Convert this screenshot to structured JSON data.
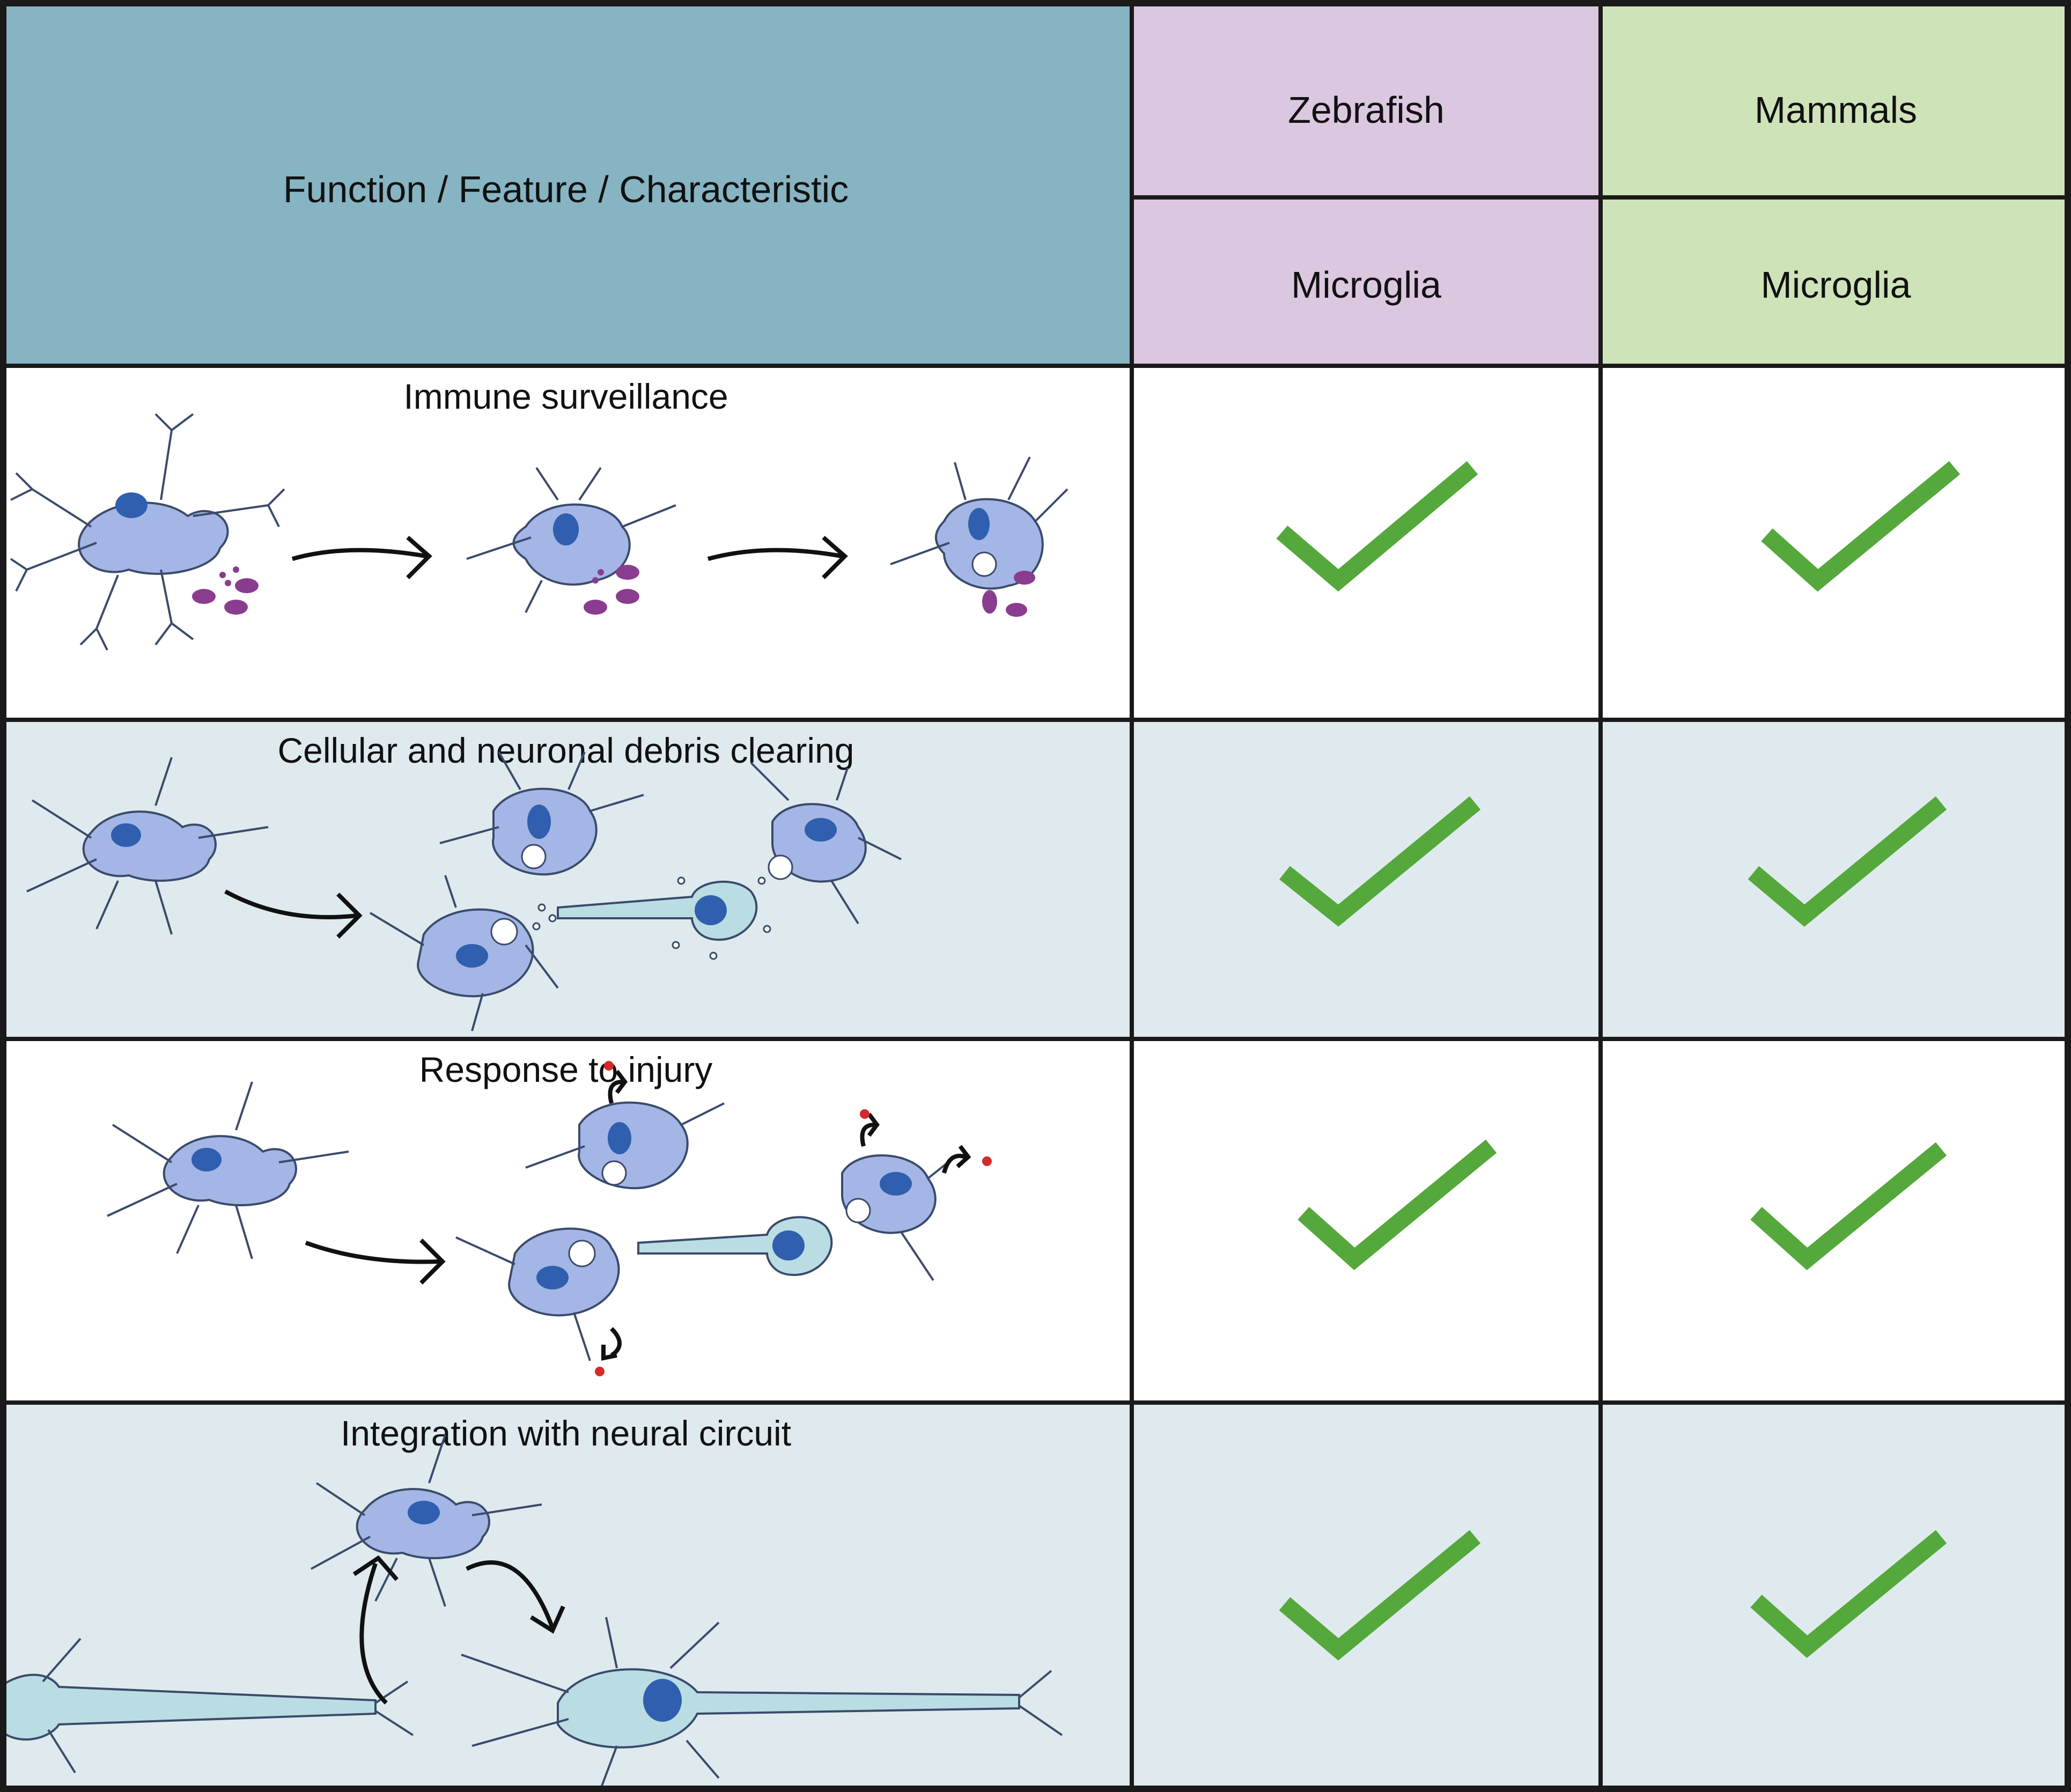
{
  "header": {
    "function_label": "Function / Feature / Characteristic",
    "columns": [
      {
        "species": "Zebrafish",
        "cell_type": "Microglia"
      },
      {
        "species": "Mammals",
        "cell_type": "Microglia"
      }
    ]
  },
  "rows": [
    {
      "title": "Immune surveillance",
      "zebrafish": "present",
      "mammals": "present"
    },
    {
      "title": "Cellular and neuronal debris clearing",
      "zebrafish": "present",
      "mammals": "present"
    },
    {
      "title": "Response to injury",
      "zebrafish": "present",
      "mammals": "present"
    },
    {
      "title": "Integration with neural circuit",
      "zebrafish": "present",
      "mammals": "present"
    }
  ],
  "colors": {
    "header_function_bg": "#86b4c2",
    "zebrafish_bg": "#dcc7e1",
    "mammals_bg": "#cfe3b9",
    "row_alt_bg": "#dfeaee",
    "check": "#55a83b",
    "microglia_fill": "#a3b6e6",
    "nucleus": "#2f5fae",
    "neuron_fill": "#b9dde3",
    "debris": "#8a3c8f",
    "signal_dot": "#d62a2a"
  },
  "icons": {
    "check": "checkmark-icon",
    "microglia": "microglia-cell-icon",
    "neuron": "neuron-icon",
    "arrow": "arrow-icon"
  }
}
